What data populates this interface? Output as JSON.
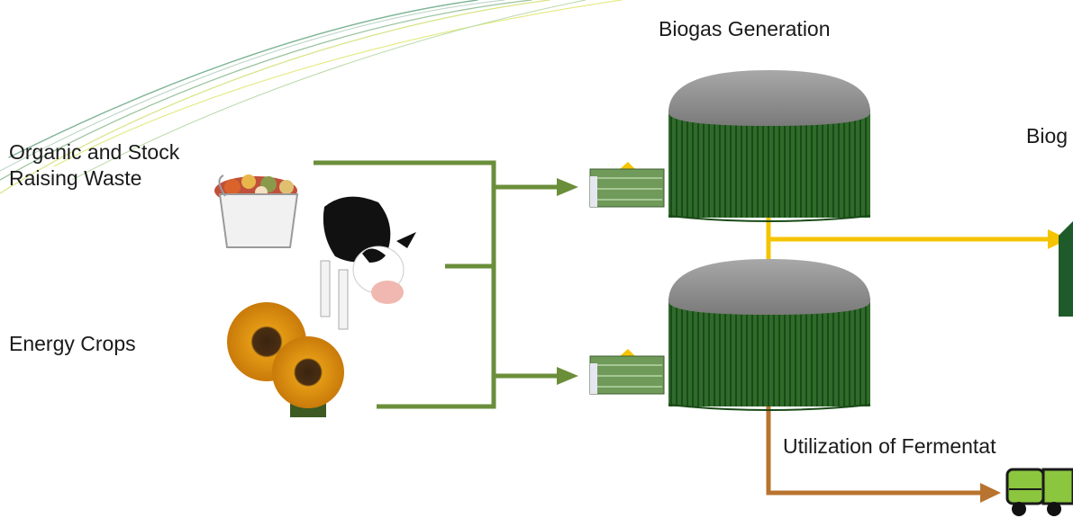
{
  "labels": {
    "biogas_generation": "Biogas Generation",
    "organic_waste": "Organic and Stock Raising Waste",
    "energy_crops": "Energy Crops",
    "biogas_partial": "Biog",
    "fermentation_partial": "Utilization of Fermentat"
  },
  "colors": {
    "feed_arrow": "#6b8e3a",
    "biogas_arrow": "#f5c400",
    "fermentation_arrow": "#b8732e",
    "digester_wall": "#2f6b2a",
    "digester_roof": "#8f8f8f",
    "decor_lines": "#c8d86a"
  },
  "icons": [
    "food-waste-bucket-icon",
    "cow-icon",
    "sunflower-icon",
    "feed-hopper-icon",
    "digester-tank-icon",
    "gas-utilization-building-icon",
    "fertilizer-cart-icon"
  ]
}
